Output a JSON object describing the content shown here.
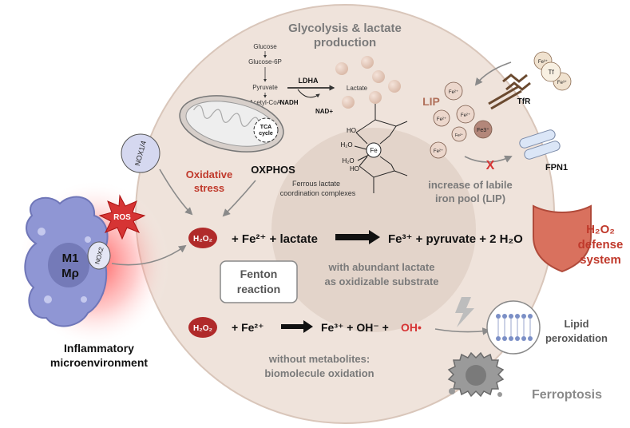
{
  "glycolysis": {
    "title_line1": "Glycolysis & lactate",
    "title_line2": "production",
    "glucose": "Glucose",
    "glucose6p": "Glucose-6P",
    "pyruvate": "Pyruvate",
    "acetyl_coa": "Acetyl-CoA",
    "ldha": "LDHA",
    "lactate": "Lactate",
    "nadh": "NADH",
    "nad": "NAD+",
    "tca_line1": "TCA",
    "tca_line2": "cycle"
  },
  "complex": {
    "fe": "Fe",
    "ho": "HO",
    "h2o": "H₂O",
    "caption_line1": "Ferrous lactate",
    "caption_line2": "coordination complexes"
  },
  "iron": {
    "lip": "LIP",
    "fe2": "Fe²⁺",
    "fe3_ion": "Fe3⁺",
    "fe3_tf": "Fe³⁺",
    "tf": "Tf",
    "tfr": "TfR",
    "fpn1": "FPN1",
    "block_x": "X",
    "pool_line1": "increase of labile",
    "pool_line2": "iron pool (LIP)"
  },
  "labels": {
    "nox14": "NOX1/4",
    "nox2": "NOX2",
    "ros": "ROS",
    "oxidative_line1": "Oxidative",
    "oxidative_line2": "stress",
    "oxphos": "OXPHOS",
    "m1": "M1",
    "mp": "Mρ",
    "inflammatory_line1": "Inflammatory",
    "inflammatory_line2": "microenvironment"
  },
  "reaction1": {
    "h2o2": "H₂O₂",
    "lhs": "+ Fe²⁺ + lactate",
    "rhs": "Fe³⁺ + pyruvate + 2 H₂O"
  },
  "fenton": {
    "line1": "Fenton",
    "line2": "reaction",
    "abundant_line1": "with abundant lactate",
    "abundant_line2": "as oxidizable substrate"
  },
  "reaction2": {
    "h2o2": "H₂O₂",
    "lhs": "+ Fe²⁺",
    "rhs": "Fe³⁺ + OH⁻ +",
    "oh_radical": "OH•",
    "without_line1": "without metabolites:",
    "without_line2": "biomolecule oxidation"
  },
  "defense": {
    "line1": "H₂O₂",
    "line2": "defense",
    "line3": "system"
  },
  "lipid": {
    "line1": "Lipid",
    "line2": "peroxidation"
  },
  "ferroptosis": "Ferroptosis",
  "colors": {
    "cell_fill": "#efe3db",
    "cell_inner": "#e3d4ca",
    "accent_red": "#c0392b",
    "dark_red": "#b02a2a",
    "iron_ball": "#e8cfc2",
    "macrophage": "#8f96d4",
    "grey_text": "#7a7a7a"
  }
}
